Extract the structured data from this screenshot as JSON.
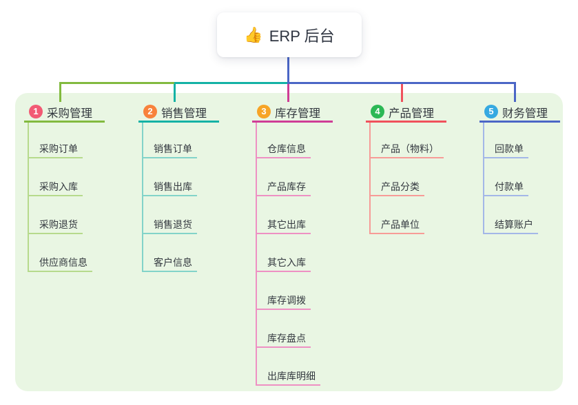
{
  "root": {
    "icon": "👍",
    "title": "ERP 后台",
    "connector_color": "#4b66c6"
  },
  "panel_color": "#e9f6e3",
  "branches": [
    {
      "num": "1",
      "title": "采购管理",
      "badge_color": "#f25a74",
      "line_color": "#82ba3f",
      "sub_line_color": "#b6da8c",
      "items": [
        "采购订单",
        "采购入库",
        "采购退货",
        "供应商信息"
      ]
    },
    {
      "num": "2",
      "title": "销售管理",
      "badge_color": "#f8823c",
      "line_color": "#14b2a5",
      "sub_line_color": "#82d3c9",
      "items": [
        "销售订单",
        "销售出库",
        "销售退货",
        "客户信息"
      ]
    },
    {
      "num": "3",
      "title": "库存管理",
      "badge_color": "#f7a426",
      "line_color": "#cf3d96",
      "sub_line_color": "#ee90c3",
      "items": [
        "仓库信息",
        "产品库存",
        "其它出库",
        "其它入库",
        "库存调拨",
        "库存盘点",
        "出库库明细"
      ]
    },
    {
      "num": "4",
      "title": "产品管理",
      "badge_color": "#2cb855",
      "line_color": "#f0515c",
      "sub_line_color": "#f79b97",
      "items": [
        "产品（物料）",
        "产品分类",
        "产品单位"
      ]
    },
    {
      "num": "5",
      "title": "财务管理",
      "badge_color": "#36a9e1",
      "line_color": "#4b66c6",
      "sub_line_color": "#a3b7e8",
      "items": [
        "回款单",
        "付款单",
        "结算账户"
      ]
    }
  ]
}
